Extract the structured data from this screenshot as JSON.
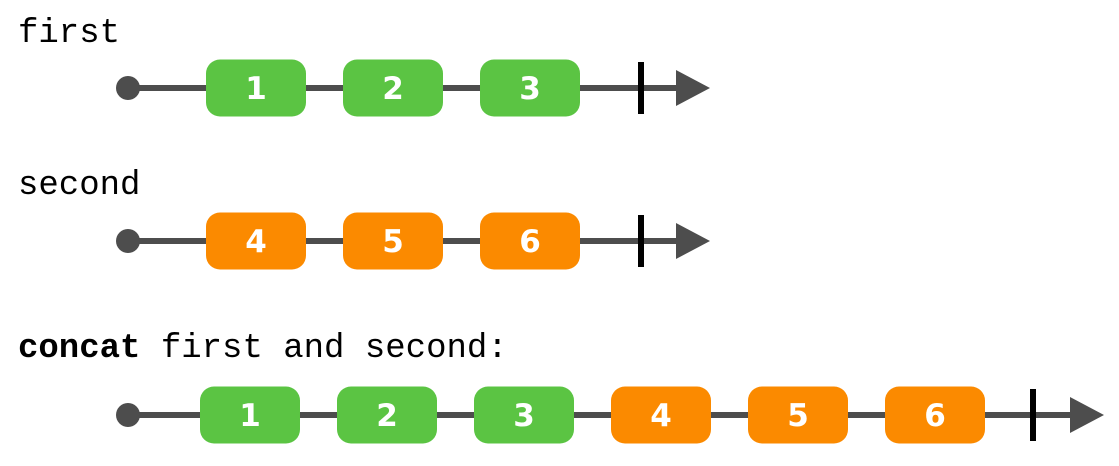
{
  "colors": {
    "line": "#4d4d4d",
    "terminator": "#000000",
    "green": "#5bc443",
    "orange": "#fb8a00",
    "text": "#444444"
  },
  "streams": [
    {
      "id": "first",
      "label": "first",
      "marbles": [
        {
          "value": "1",
          "color": "green"
        },
        {
          "value": "2",
          "color": "green"
        },
        {
          "value": "3",
          "color": "green"
        }
      ]
    },
    {
      "id": "second",
      "label": "second",
      "marbles": [
        {
          "value": "4",
          "color": "orange"
        },
        {
          "value": "5",
          "color": "orange"
        },
        {
          "value": "6",
          "color": "orange"
        }
      ]
    },
    {
      "id": "result",
      "label_bold": "concat",
      "label_rest": " first and second:",
      "marbles": [
        {
          "value": "1",
          "color": "green"
        },
        {
          "value": "2",
          "color": "green"
        },
        {
          "value": "3",
          "color": "green"
        },
        {
          "value": "4",
          "color": "orange"
        },
        {
          "value": "5",
          "color": "orange"
        },
        {
          "value": "6",
          "color": "orange"
        }
      ]
    }
  ]
}
